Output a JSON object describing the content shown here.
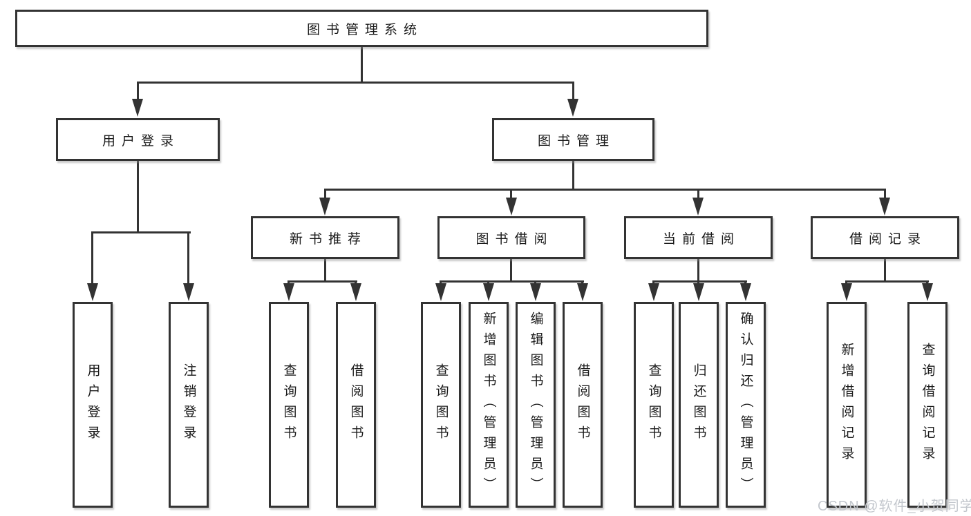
{
  "diagram_title": "图书管理系统",
  "watermark": "CSDN @软件_小贺同学",
  "colors": {
    "line": "#333333",
    "text": "#1a1a1a",
    "background": "#ffffff",
    "watermark": "#c3c7cd"
  },
  "nodes": {
    "root": "图书管理系统",
    "level2": [
      "用户登录",
      "图书管理"
    ],
    "level3": [
      "新书推荐",
      "图书借阅",
      "当前借阅",
      "借阅记录"
    ],
    "leaves": {
      "user_login": [
        "用户登录",
        "注销登录"
      ],
      "new_book_recommend": [
        "查询图书",
        "借阅图书"
      ],
      "book_borrow": [
        "查询图书",
        "新增图书（管理员）",
        "编辑图书（管理员）",
        "借阅图书"
      ],
      "current_borrow": [
        "查询图书",
        "归还图书",
        "确认归还（管理员）"
      ],
      "borrow_records": [
        "新增借阅记录",
        "查询借阅记录"
      ]
    }
  }
}
